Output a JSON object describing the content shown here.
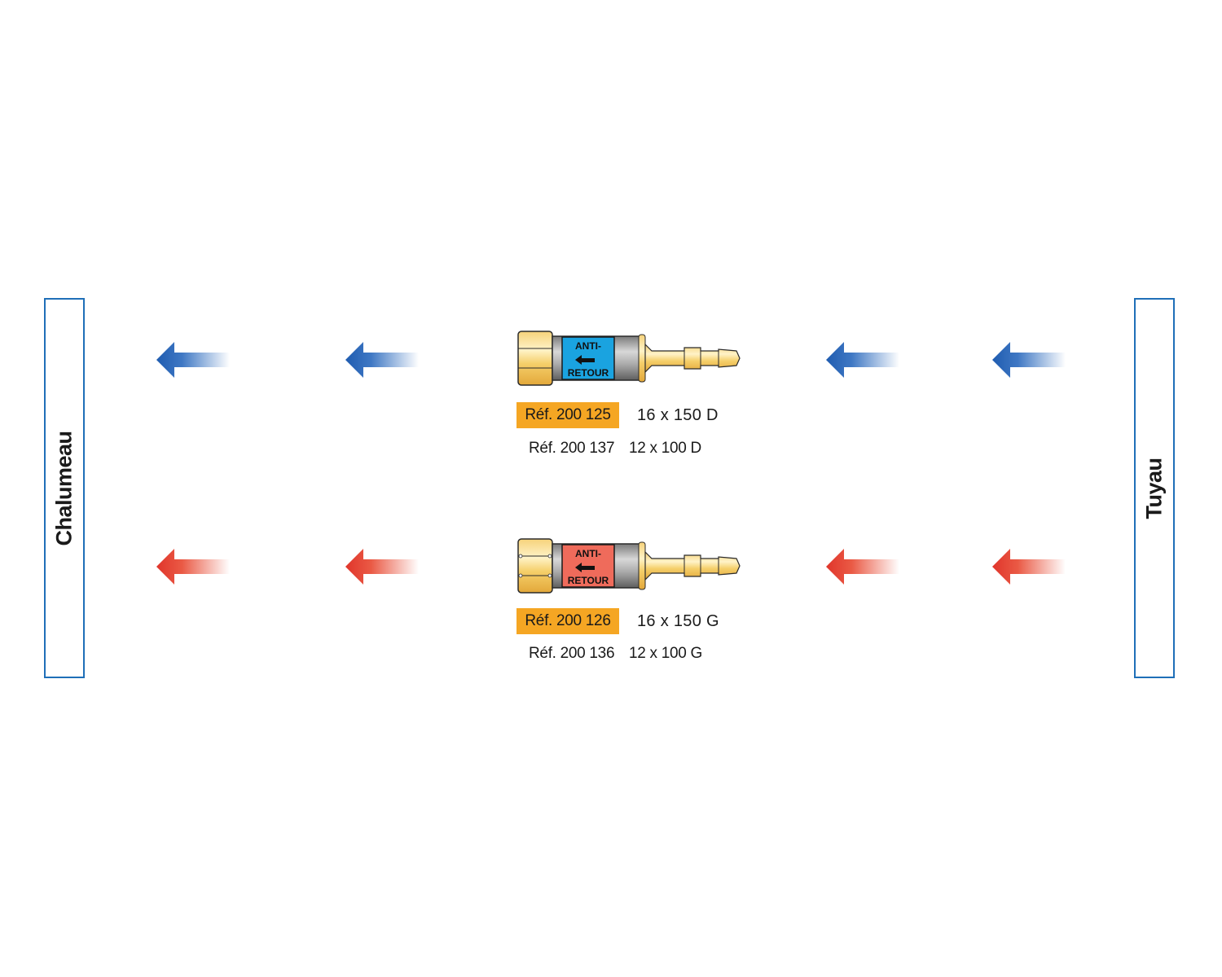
{
  "diagram": {
    "left_end": {
      "label": "Chalumeau"
    },
    "right_end": {
      "label": "Tuyau"
    },
    "colors": {
      "blue_flow": "#1f5cb0",
      "red_flow": "#e0352b",
      "frame": "#1f6fb8",
      "ref_highlight": "#f5a623",
      "brass": "#f2c25c",
      "label_blue": "#1aa3e0",
      "label_red": "#ef6b5b"
    },
    "rows": [
      {
        "id": "blue",
        "flow_direction": "left",
        "valve_label_top": "ANTI-",
        "valve_label_bottom": "RETOUR",
        "ref_main": "Réf. 200 125",
        "size_main": "16 x 150 D",
        "ref_sub": "Réf. 200 137",
        "size_sub": "12 x 100 D"
      },
      {
        "id": "red",
        "flow_direction": "left",
        "valve_label_top": "ANTI-",
        "valve_label_bottom": "RETOUR",
        "ref_main": "Réf. 200 126",
        "size_main": "16 x 150 G",
        "ref_sub": "Réf. 200 136",
        "size_sub": "12 x 100 G"
      }
    ]
  }
}
